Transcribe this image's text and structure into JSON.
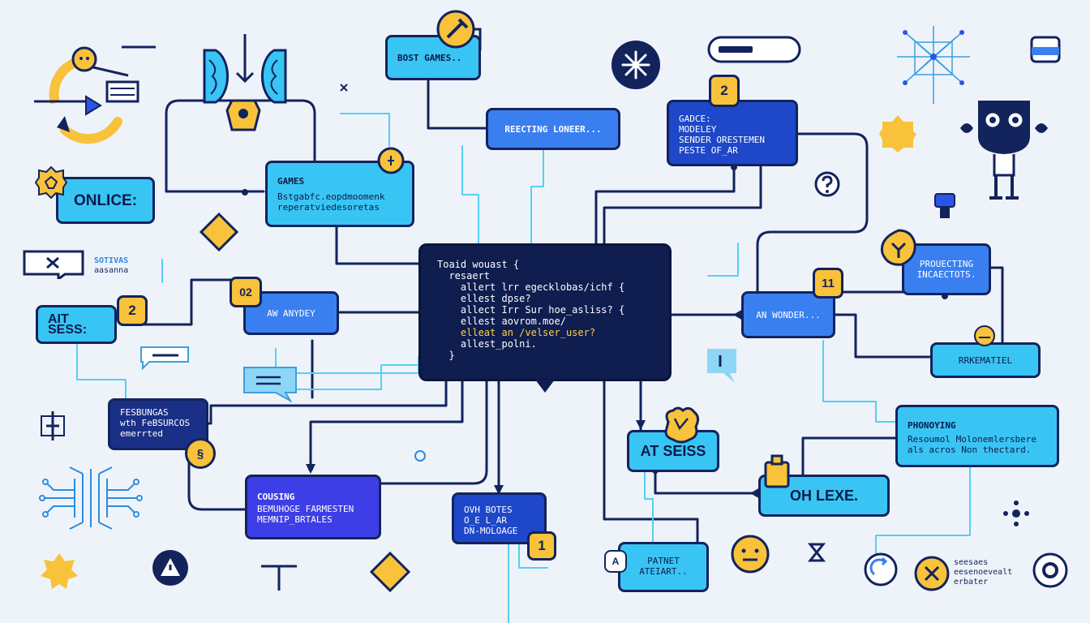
{
  "colors": {
    "background": "#eef3fa",
    "wire": "#13235c",
    "wire_light": "#54d0f2",
    "yellow": "#f8c23a",
    "light_blue": "#39c5f4",
    "mid_blue": "#3a7ff0",
    "dark_blue": "#1e47c9",
    "navy": "#0f1d4f"
  },
  "code_panel": {
    "lines": [
      "Toaid wouast {",
      "  resaert",
      "    allert lrr egecklobas/ichf {",
      "    ellest dpse?",
      "    allect Irr Sur hoe_asliss? {",
      "    ellest aovrom.moe/",
      "    elleat an /velser_user?",
      "    allest_polni.",
      "  }"
    ]
  },
  "nodes": {
    "bost_games": {
      "title": "BOST GAMES.."
    },
    "reecting": {
      "title": "REECTING LONEER..."
    },
    "gadce": {
      "lines": [
        "GADCE:",
        "MODELEY",
        "SENDER ORESTEMEN",
        "PESTE OF_AR"
      ]
    },
    "games": {
      "title": "GAMES",
      "body": [
        "Bstgabfc.eopdmoomenk",
        "reperatviedesoretas"
      ]
    },
    "onlice": {
      "title": "ONLICE:"
    },
    "ait_sess": {
      "title": "AIT SESS:"
    },
    "aw_anydey": {
      "title": "AW ANYDEY"
    },
    "fesbuncas": {
      "lines": [
        "FESBUNGAS",
        "wth FeBSURCOS",
        "emerrted"
      ]
    },
    "cousing": {
      "title": "COUSING",
      "body": [
        "BEMUHOGE FARMESTEN",
        "MEMNIP_BRTALES"
      ]
    },
    "ovh_botes": {
      "lines": [
        "OVH BOTES",
        "O_E  L_AR",
        "DN-MOLOAGE"
      ]
    },
    "at_seiss": {
      "title": "AT SEISS"
    },
    "an_wonder": {
      "title": "AN WONDER..."
    },
    "projecting": {
      "lines": [
        "PROUECTING",
        "INCAECTOTS."
      ]
    },
    "reremtiel": {
      "title": "RRKEMATIEL"
    },
    "phonoying": {
      "title": "PHONOYING",
      "body": [
        "Resoumol Molonemlersbere",
        "als acros Non thectard."
      ]
    },
    "oh_lexe": {
      "title": "OH LEXE."
    },
    "patnert": {
      "lines": [
        "PATNET",
        "ATEIART.."
      ]
    }
  },
  "badges": {
    "b2_top": "2",
    "b2_left": "2",
    "b02": "02",
    "b11": "11",
    "b1": "1",
    "bpara": "§",
    "ba": "A"
  },
  "labels": {
    "sotivas": "SOTIVAS",
    "sotivas_sub": "aasanna",
    "bottom_right": [
      "seesaes",
      "eesenoevealt",
      "erbater"
    ]
  },
  "icons": [
    "play-cycle-icon",
    "brain-halves-icon",
    "arrow-down-icon",
    "wrench-icon",
    "close-x-icon",
    "search-bar-icon",
    "window-icon",
    "network-star-icon",
    "robot-icon",
    "question-icon",
    "gear-badge-icon",
    "diamond-icon",
    "chat-bubble-icon",
    "circuit-icon",
    "warning-icon",
    "smile-icon",
    "hourglass-icon",
    "refresh-icon",
    "dots-icon"
  ]
}
